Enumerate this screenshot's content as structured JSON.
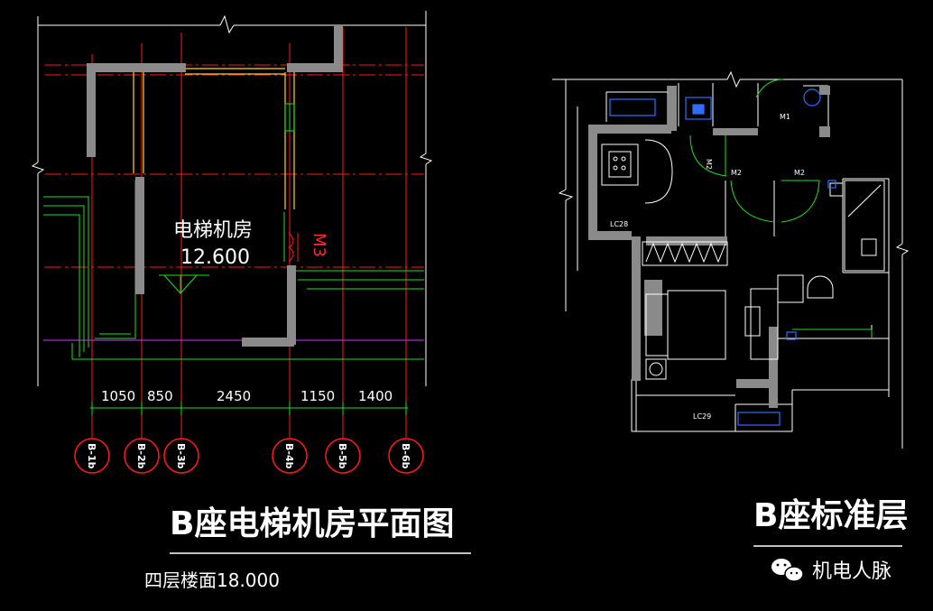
{
  "left_plan": {
    "room_name": "电梯机房",
    "room_elevation": "12.600",
    "door_label": "M3",
    "dimensions": [
      "1050",
      "850",
      "2450",
      "1150",
      "1400"
    ],
    "axes": [
      "B-1b",
      "B-2b",
      "B-3b",
      "B-4b",
      "B-5b",
      "B-6b"
    ],
    "title": "B座电梯机房平面图",
    "subtitle": "四层楼面18.000"
  },
  "right_plan": {
    "title": "B座标准层",
    "tags": {
      "lc_top": "LC28",
      "lc_bottom": "LC29",
      "m2_left": "M2",
      "m2_right": "M2",
      "m1": "M1",
      "m2_top": "M2"
    }
  },
  "watermark": {
    "icon": "wechat-icon",
    "text": "机电人脉"
  }
}
